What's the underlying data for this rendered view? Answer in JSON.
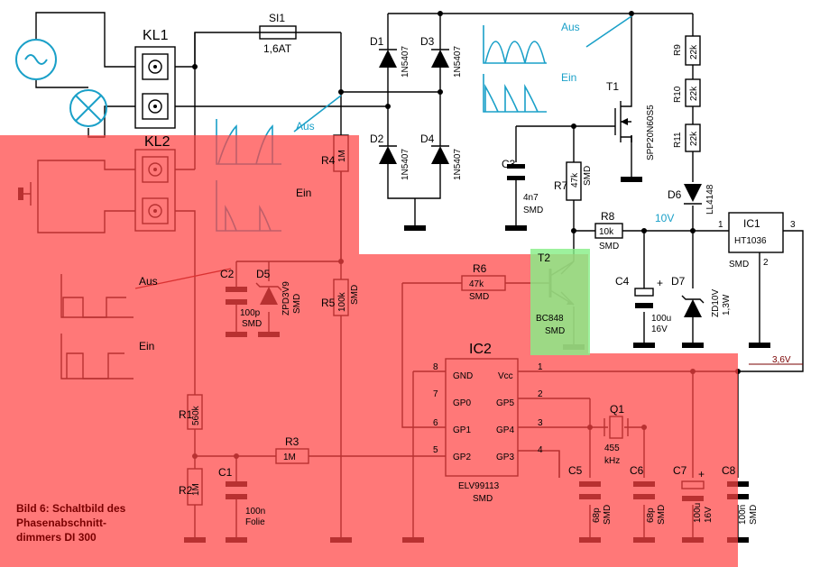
{
  "title": {
    "line1": "Bild 6: Schaltbild des",
    "line2": "Phasenabschnitt-",
    "line3": "dimmers DI 300"
  },
  "labels": {
    "kl1": "KL1",
    "kl2": "KL2",
    "si1": "SI1",
    "si1_val": "1,6AT",
    "d1": "D1",
    "d1_val": "1N5407",
    "d2": "D2",
    "d2_val": "1N5407",
    "d3": "D3",
    "d3_val": "1N5407",
    "d4": "D4",
    "d4_val": "1N5407",
    "t1": "T1",
    "t1_val": "SPP20N60S5",
    "t2": "T2",
    "t2_val": "BC848",
    "t2_pkg": "SMD",
    "r1": "R1",
    "r1_val": "560k",
    "r2": "R2",
    "r2_val": "1M",
    "r3": "R3",
    "r3_val": "1M",
    "r4": "R4",
    "r4_val": "1M",
    "r5": "R5",
    "r5_val": "100k",
    "r5_pkg": "SMD",
    "r6": "R6",
    "r6_val": "47k",
    "r6_pkg": "SMD",
    "r7": "R7",
    "r7_val": "47k",
    "r7_pkg": "SMD",
    "r8": "R8",
    "r8_val": "10k",
    "r8_pkg": "SMD",
    "r9": "R9",
    "r9_val": "22k",
    "r10": "R10",
    "r10_val": "22k",
    "r11": "R11",
    "r11_val": "22k",
    "c1": "C1",
    "c1_val": "100n",
    "c1_type": "Folie",
    "c2": "C2",
    "c2_val": "100p",
    "c2_pkg": "SMD",
    "c3": "C3",
    "c3_val": "4n7",
    "c3_pkg": "SMD",
    "c4": "C4",
    "c4_val": "100u",
    "c4_volt": "16V",
    "c5": "C5",
    "c5_val": "68p",
    "c5_pkg": "SMD",
    "c6": "C6",
    "c6_val": "68p",
    "c6_pkg": "SMD",
    "c7": "C7",
    "c7_val": "100u",
    "c7_volt": "16V",
    "c8": "C8",
    "c8_val": "100n",
    "c8_pkg": "SMD",
    "d5": "D5",
    "d5_val": "ZPD3V9",
    "d5_pkg": "SMD",
    "d6": "D6",
    "d6_val": "LL4148",
    "d7": "D7",
    "d7_val": "ZD10V",
    "d7_pow": "1,3W",
    "q1": "Q1",
    "q1_val": "455",
    "q1_unit": "kHz",
    "ic1": "IC1",
    "ic1_val": "HT1036",
    "ic1_pkg": "SMD",
    "ic1_pin1": "1",
    "ic1_pin2": "2",
    "ic1_pin3": "3",
    "ic2": "IC2",
    "ic2_val": "ELV99113",
    "ic2_pkg": "SMD",
    "ic2_gnd": "GND",
    "ic2_gp0": "GP0",
    "ic2_gp1": "GP1",
    "ic2_gp2": "GP2",
    "ic2_vcc": "Vcc",
    "ic2_gp5": "GP5",
    "ic2_gp4": "GP4",
    "ic2_gp3": "GP3",
    "pin8": "8",
    "pin7": "7",
    "pin6": "6",
    "pin5": "5",
    "pin1": "1",
    "pin2": "2",
    "pin3": "3",
    "pin4": "4",
    "v10": "10V",
    "v36": "3,6V",
    "aus": "Aus",
    "ein": "Ein"
  },
  "colors": {
    "highlight_red": "#ff4444",
    "highlight_green": "#88ee88",
    "wave_cyan": "#1aa0c8"
  }
}
